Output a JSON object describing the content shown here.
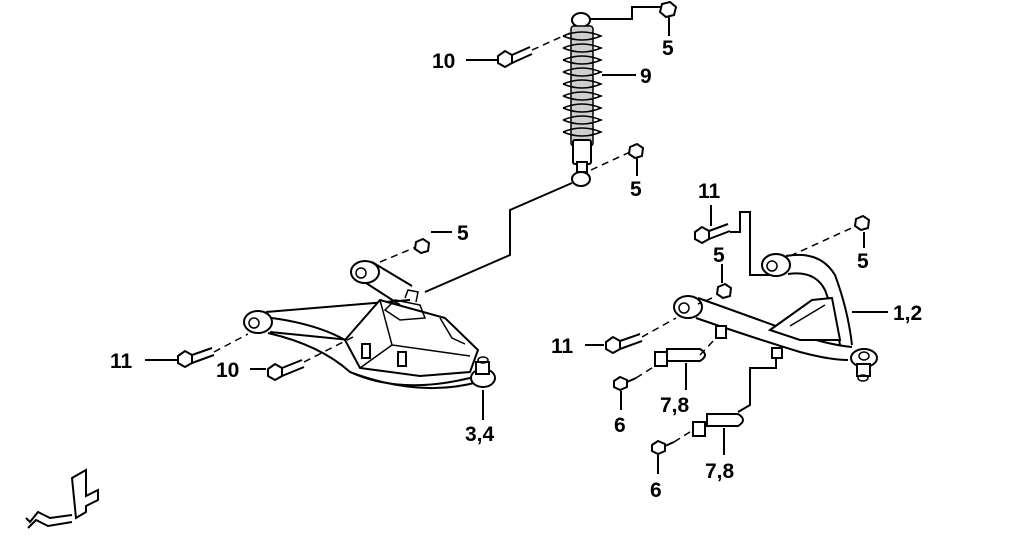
{
  "labels": {
    "l10_top": "10",
    "l5_top": "5",
    "l9": "9",
    "l5_mid": "5",
    "l5_left": "5",
    "l11_right_top": "11",
    "l5_right_mid": "5",
    "l5_right": "5",
    "l12": "1,2",
    "l11_right": "11",
    "l11_left": "11",
    "l10_left": "10",
    "l34": "3,4",
    "l78_a": "7,8",
    "l6_a": "6",
    "l78_b": "7,8",
    "l6_b": "6",
    "front_mark": "F"
  },
  "colors": {
    "line": "#000000",
    "background": "#ffffff",
    "shock_shade": "#cfcfcf"
  }
}
